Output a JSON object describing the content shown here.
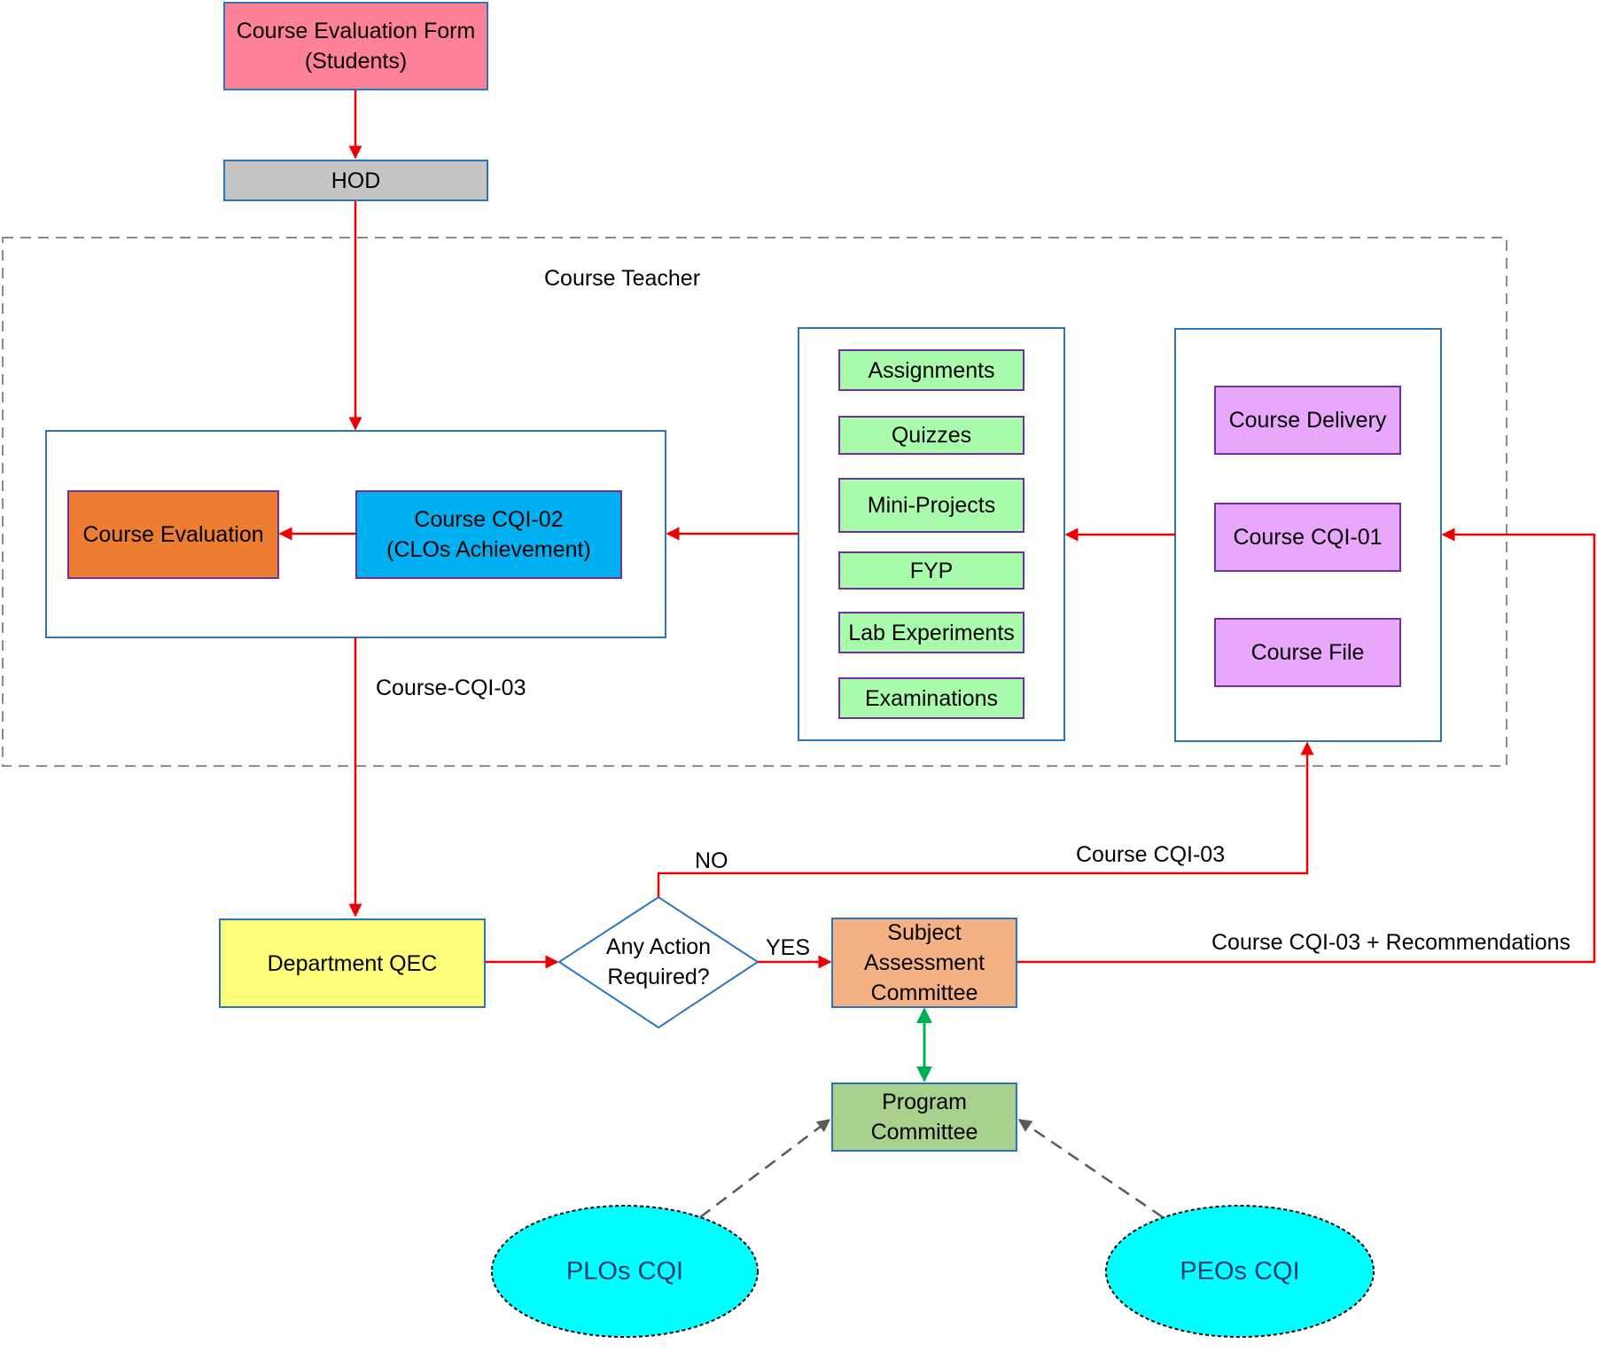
{
  "nodes": {
    "course_eval_form": "Course Evaluation Form\n(Students)",
    "hod": "HOD",
    "course_teacher": "Course Teacher",
    "course_evaluation": "Course Evaluation",
    "course_cqi_02": "Course CQI-02\n(CLOs Achievement)",
    "assignments": "Assignments",
    "quizzes": "Quizzes",
    "mini_projects": "Mini-Projects",
    "fyp": "FYP",
    "lab_experiments": "Lab Experiments",
    "examinations": "Examinations",
    "course_delivery": "Course Delivery",
    "course_cqi_01": "Course CQI-01",
    "course_file": "Course File",
    "department_qec": "Department QEC",
    "any_action": "Any Action\nRequired?",
    "subject_assessment": "Subject\nAssessment\nCommittee",
    "program_committee": "Program\nCommittee",
    "plos_cqi": "PLOs CQI",
    "peos_cqi": "PEOs CQI"
  },
  "edge_labels": {
    "course_cqi_03_dash": "Course-CQI-03",
    "no": "NO",
    "yes": "YES",
    "course_cqi_03": "Course CQI-03",
    "cqi_03_recommendations": "Course CQI-03 + Recommendations"
  },
  "colors": {
    "form_fill": "#fd8199",
    "hod_fill": "#c5c5c5",
    "evaluation_fill": "#ed7d31",
    "cqi02_fill": "#00b0f0",
    "activity_fill": "#a9fcab",
    "delivery_fill": "#e8a7fa",
    "qec_fill": "#fefe7a",
    "subject_fill": "#f4b183",
    "program_fill": "#a9d18e",
    "ellipse_fill": "#00ffff",
    "frame_stroke": "#2e75b6",
    "arrow_red": "#ee0000",
    "arrow_green": "#00b050",
    "arrow_gray": "#595959"
  }
}
